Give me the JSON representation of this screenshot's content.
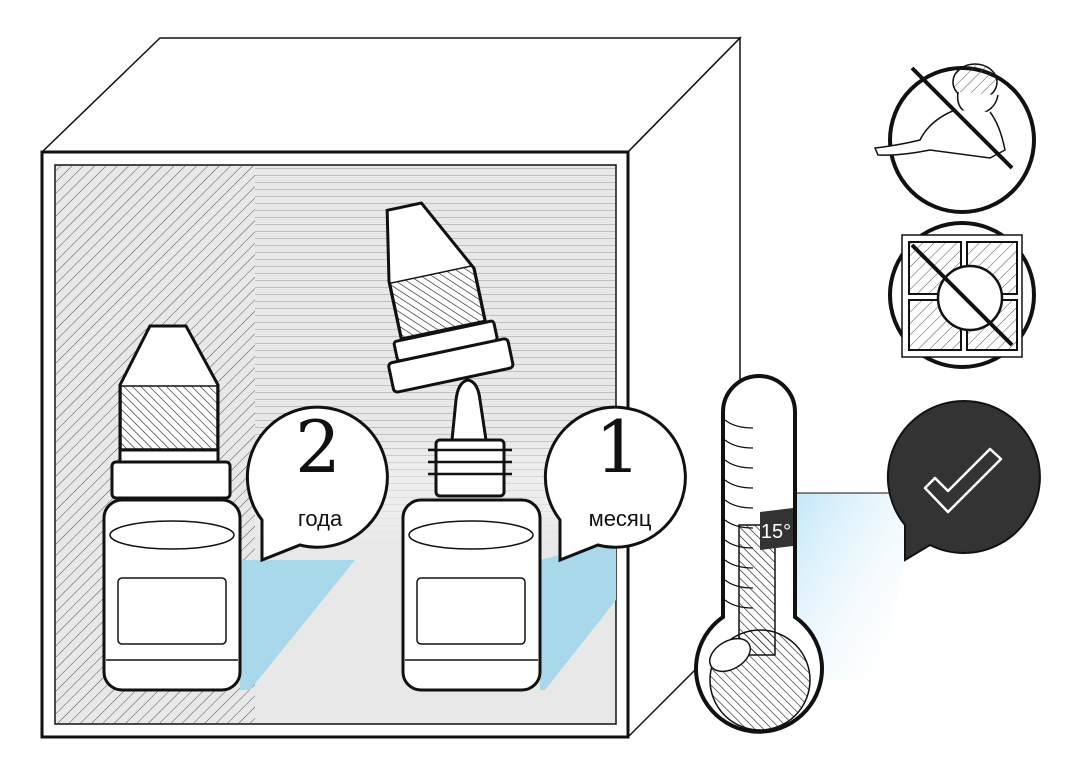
{
  "storage_box": {
    "opened_bottle": {
      "number": "1",
      "unit": "месяц"
    },
    "closed_bottle": {
      "number": "2",
      "unit": "года"
    }
  },
  "thermometer": {
    "temperature_label": "15°"
  },
  "icons": [
    "no-children-icon",
    "no-sunlight-icon",
    "check-icon"
  ],
  "colors": {
    "stroke": "#111111",
    "panel": "#e8e8e8",
    "shadow": "#a8d8ea",
    "badge": "#333333"
  }
}
